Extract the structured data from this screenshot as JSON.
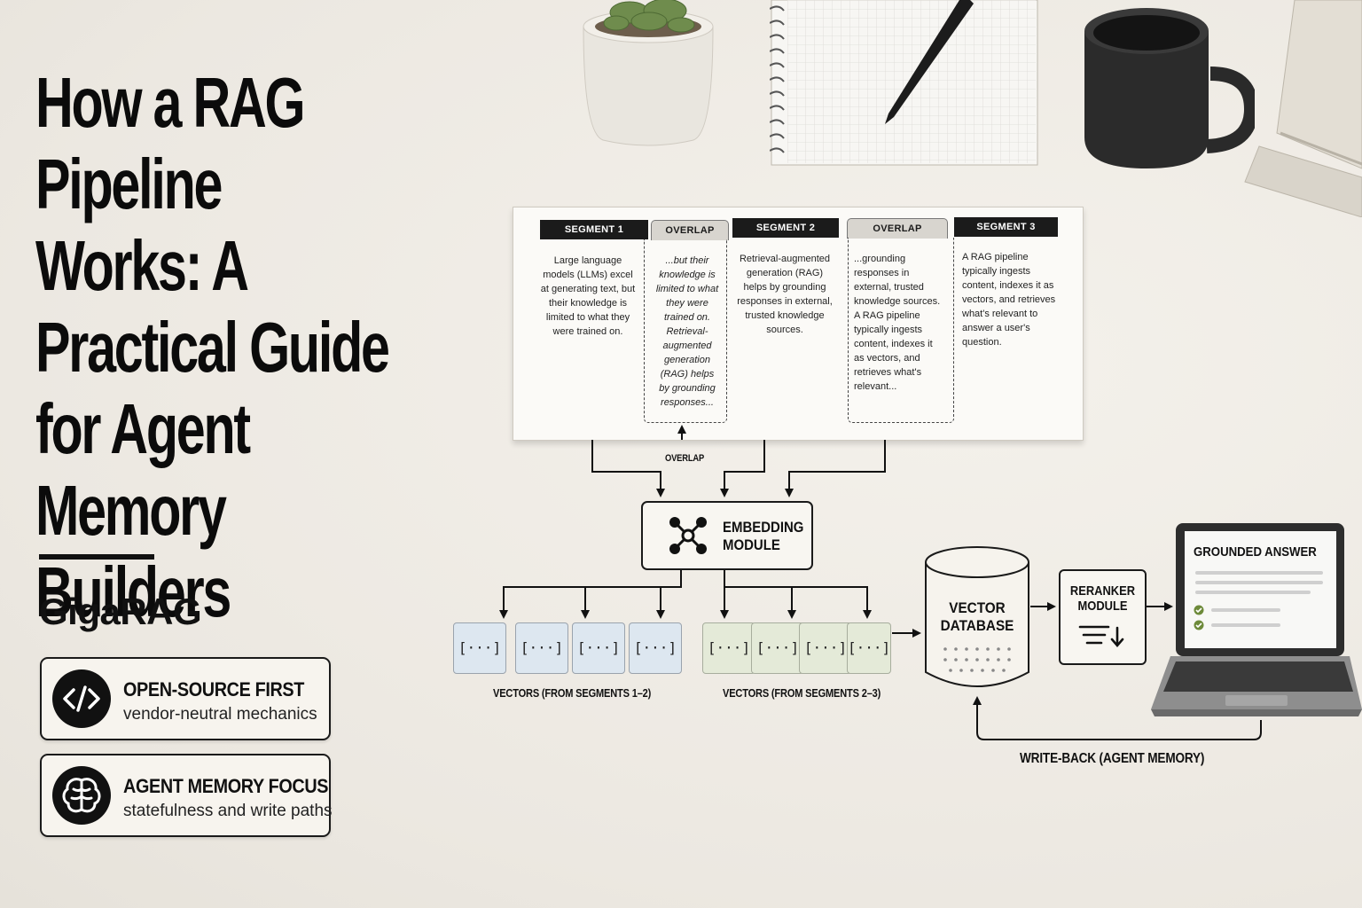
{
  "title": "How a RAG Pipeline Works: A Practical Guide for Agent Memory Builders",
  "brand": "GigaRAG",
  "pills": [
    {
      "title": "OPEN-SOURCE FIRST",
      "subtitle": "vendor-neutral mechanics",
      "icon": "code-icon"
    },
    {
      "title": "AGENT MEMORY FOCUS",
      "subtitle": "statefulness and write paths",
      "icon": "brain-icon"
    }
  ],
  "segments": [
    {
      "label": "SEGMENT 1",
      "text": "Large language models (LLMs) excel at generating text, but their knowledge is limited to what they were trained on."
    },
    {
      "label": "OVERLAP",
      "text": "...but their knowledge is limited to what they were trained on. Retrieval-augmented generation (RAG) helps by grounding responses..."
    },
    {
      "label": "SEGMENT 2",
      "text": "Retrieval-augmented generation (RAG) helps by grounding responses in external, trusted knowledge sources."
    },
    {
      "label": "OVERLAP",
      "text": "...grounding responses in external, trusted knowledge sources. A RAG pipeline typically ingests content, indexes it as vectors, and retrieves what's relevant..."
    },
    {
      "label": "SEGMENT 3",
      "text": "A RAG pipeline typically ingests content, indexes it as vectors, and retrieves what's relevant to answer a user's question."
    }
  ],
  "overlap_arrow_label": "OVERLAP",
  "embedding_module": {
    "line1": "EMBEDDING",
    "line2": "MODULE"
  },
  "vector_glyph": "[···]",
  "vectors_label_1": "VECTORS (FROM SEGMENTS 1–2)",
  "vectors_label_2": "VECTORS (FROM SEGMENTS 2–3)",
  "vector_database": {
    "line1": "VECTOR",
    "line2": "DATABASE"
  },
  "reranker_module": {
    "line1": "RERANKER",
    "line2": "MODULE"
  },
  "grounded_answer": "GROUNDED ANSWER",
  "write_back_label": "WRITE-BACK (AGENT MEMORY)",
  "colors": {
    "ink": "#111111",
    "vector_blue": "#dde7f0",
    "vector_green": "#e4ead8",
    "check_green": "#6d8a3a"
  }
}
